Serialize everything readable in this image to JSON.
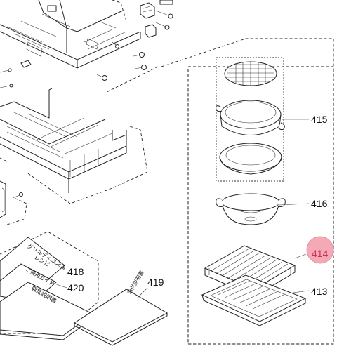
{
  "callouts": {
    "c415": "415",
    "c416": "416",
    "c414": "414",
    "c413": "413",
    "c418": "418",
    "c419": "419",
    "c420": "420"
  },
  "highlight_color": "#f07a90",
  "book_texts": {
    "recipe_line1": "グリルディッシュ",
    "recipe_line2": "レシピ",
    "guide": "ご使用ガイド",
    "manual": "取扱説明書",
    "attached": "添付説明書"
  }
}
